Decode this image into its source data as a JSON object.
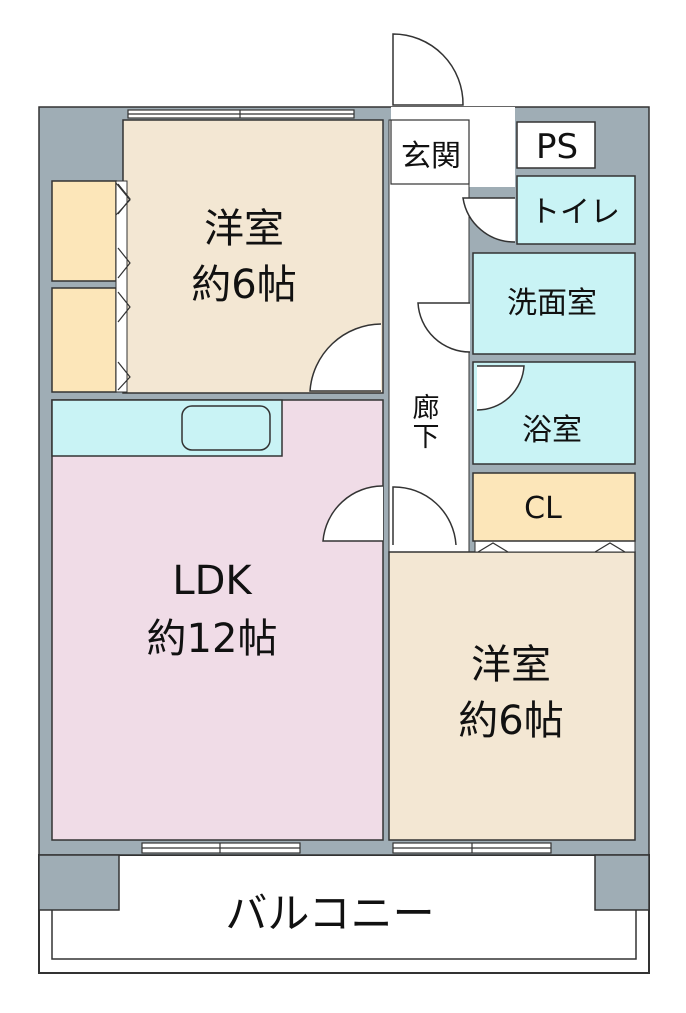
{
  "rooms": {
    "western_top": {
      "name": "洋室",
      "size": "約6帖"
    },
    "ldk": {
      "name": "LDK",
      "size": "約12帖"
    },
    "western_bottom": {
      "name": "洋室",
      "size": "約6帖"
    },
    "entrance": "玄関",
    "ps": "PS",
    "toilet": "トイレ",
    "washroom": "洗面室",
    "bathroom": "浴室",
    "closet": "CL",
    "hallway": [
      "廊",
      "下"
    ],
    "balcony": "バルコニー"
  },
  "colors": {
    "wall": "#9fadb5",
    "western_room": "#f3e7d3",
    "ldk": "#f0dce7",
    "wet_area": "#c9f3f5",
    "storage": "#fce6b9",
    "hallway": "#ffffff",
    "outline": "#333333"
  }
}
